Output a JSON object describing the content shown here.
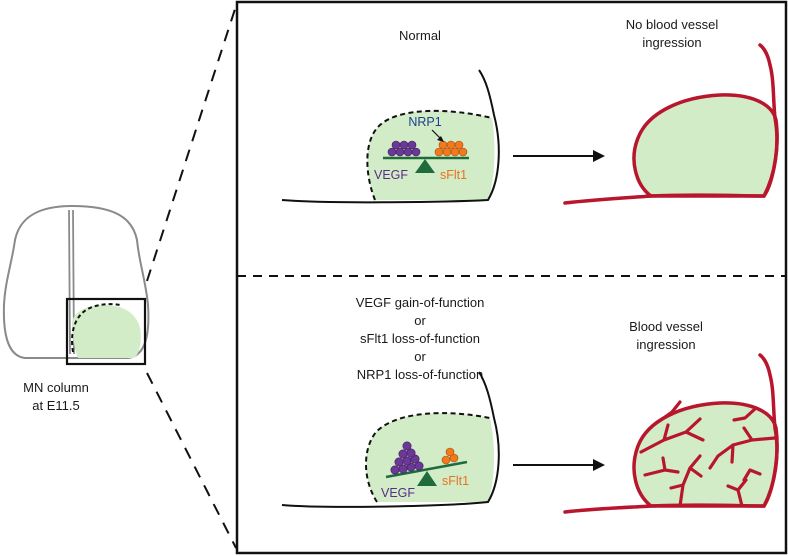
{
  "diagram": {
    "spinal_cord": {
      "caption_line1": "MN column",
      "caption_line2": "at E11.5"
    },
    "top_panel": {
      "condition_label": "Normal",
      "outcome_line1": "No blood vessel",
      "outcome_line2": "ingression",
      "receptor_label": "NRP1",
      "ligand_left": "VEGF",
      "ligand_right": "sFlt1"
    },
    "bottom_panel": {
      "condition_line1": "VEGF gain-of-function",
      "condition_line2": "or",
      "condition_line3": "sFlt1 loss-of-function",
      "condition_line4": "or",
      "condition_line5": "NRP1 loss-of-function",
      "outcome_line1": "Blood vessel",
      "outcome_line2": "ingression",
      "ligand_left": "VEGF",
      "ligand_right": "sFlt1"
    },
    "colors": {
      "mn_column_fill": "#d2ecc8",
      "vessel": "#b8162c",
      "vegf": "#6a3896",
      "sflt1": "#f07a1e",
      "nrp1": "#1d3f8f",
      "balance": "#1f6b3c"
    }
  }
}
